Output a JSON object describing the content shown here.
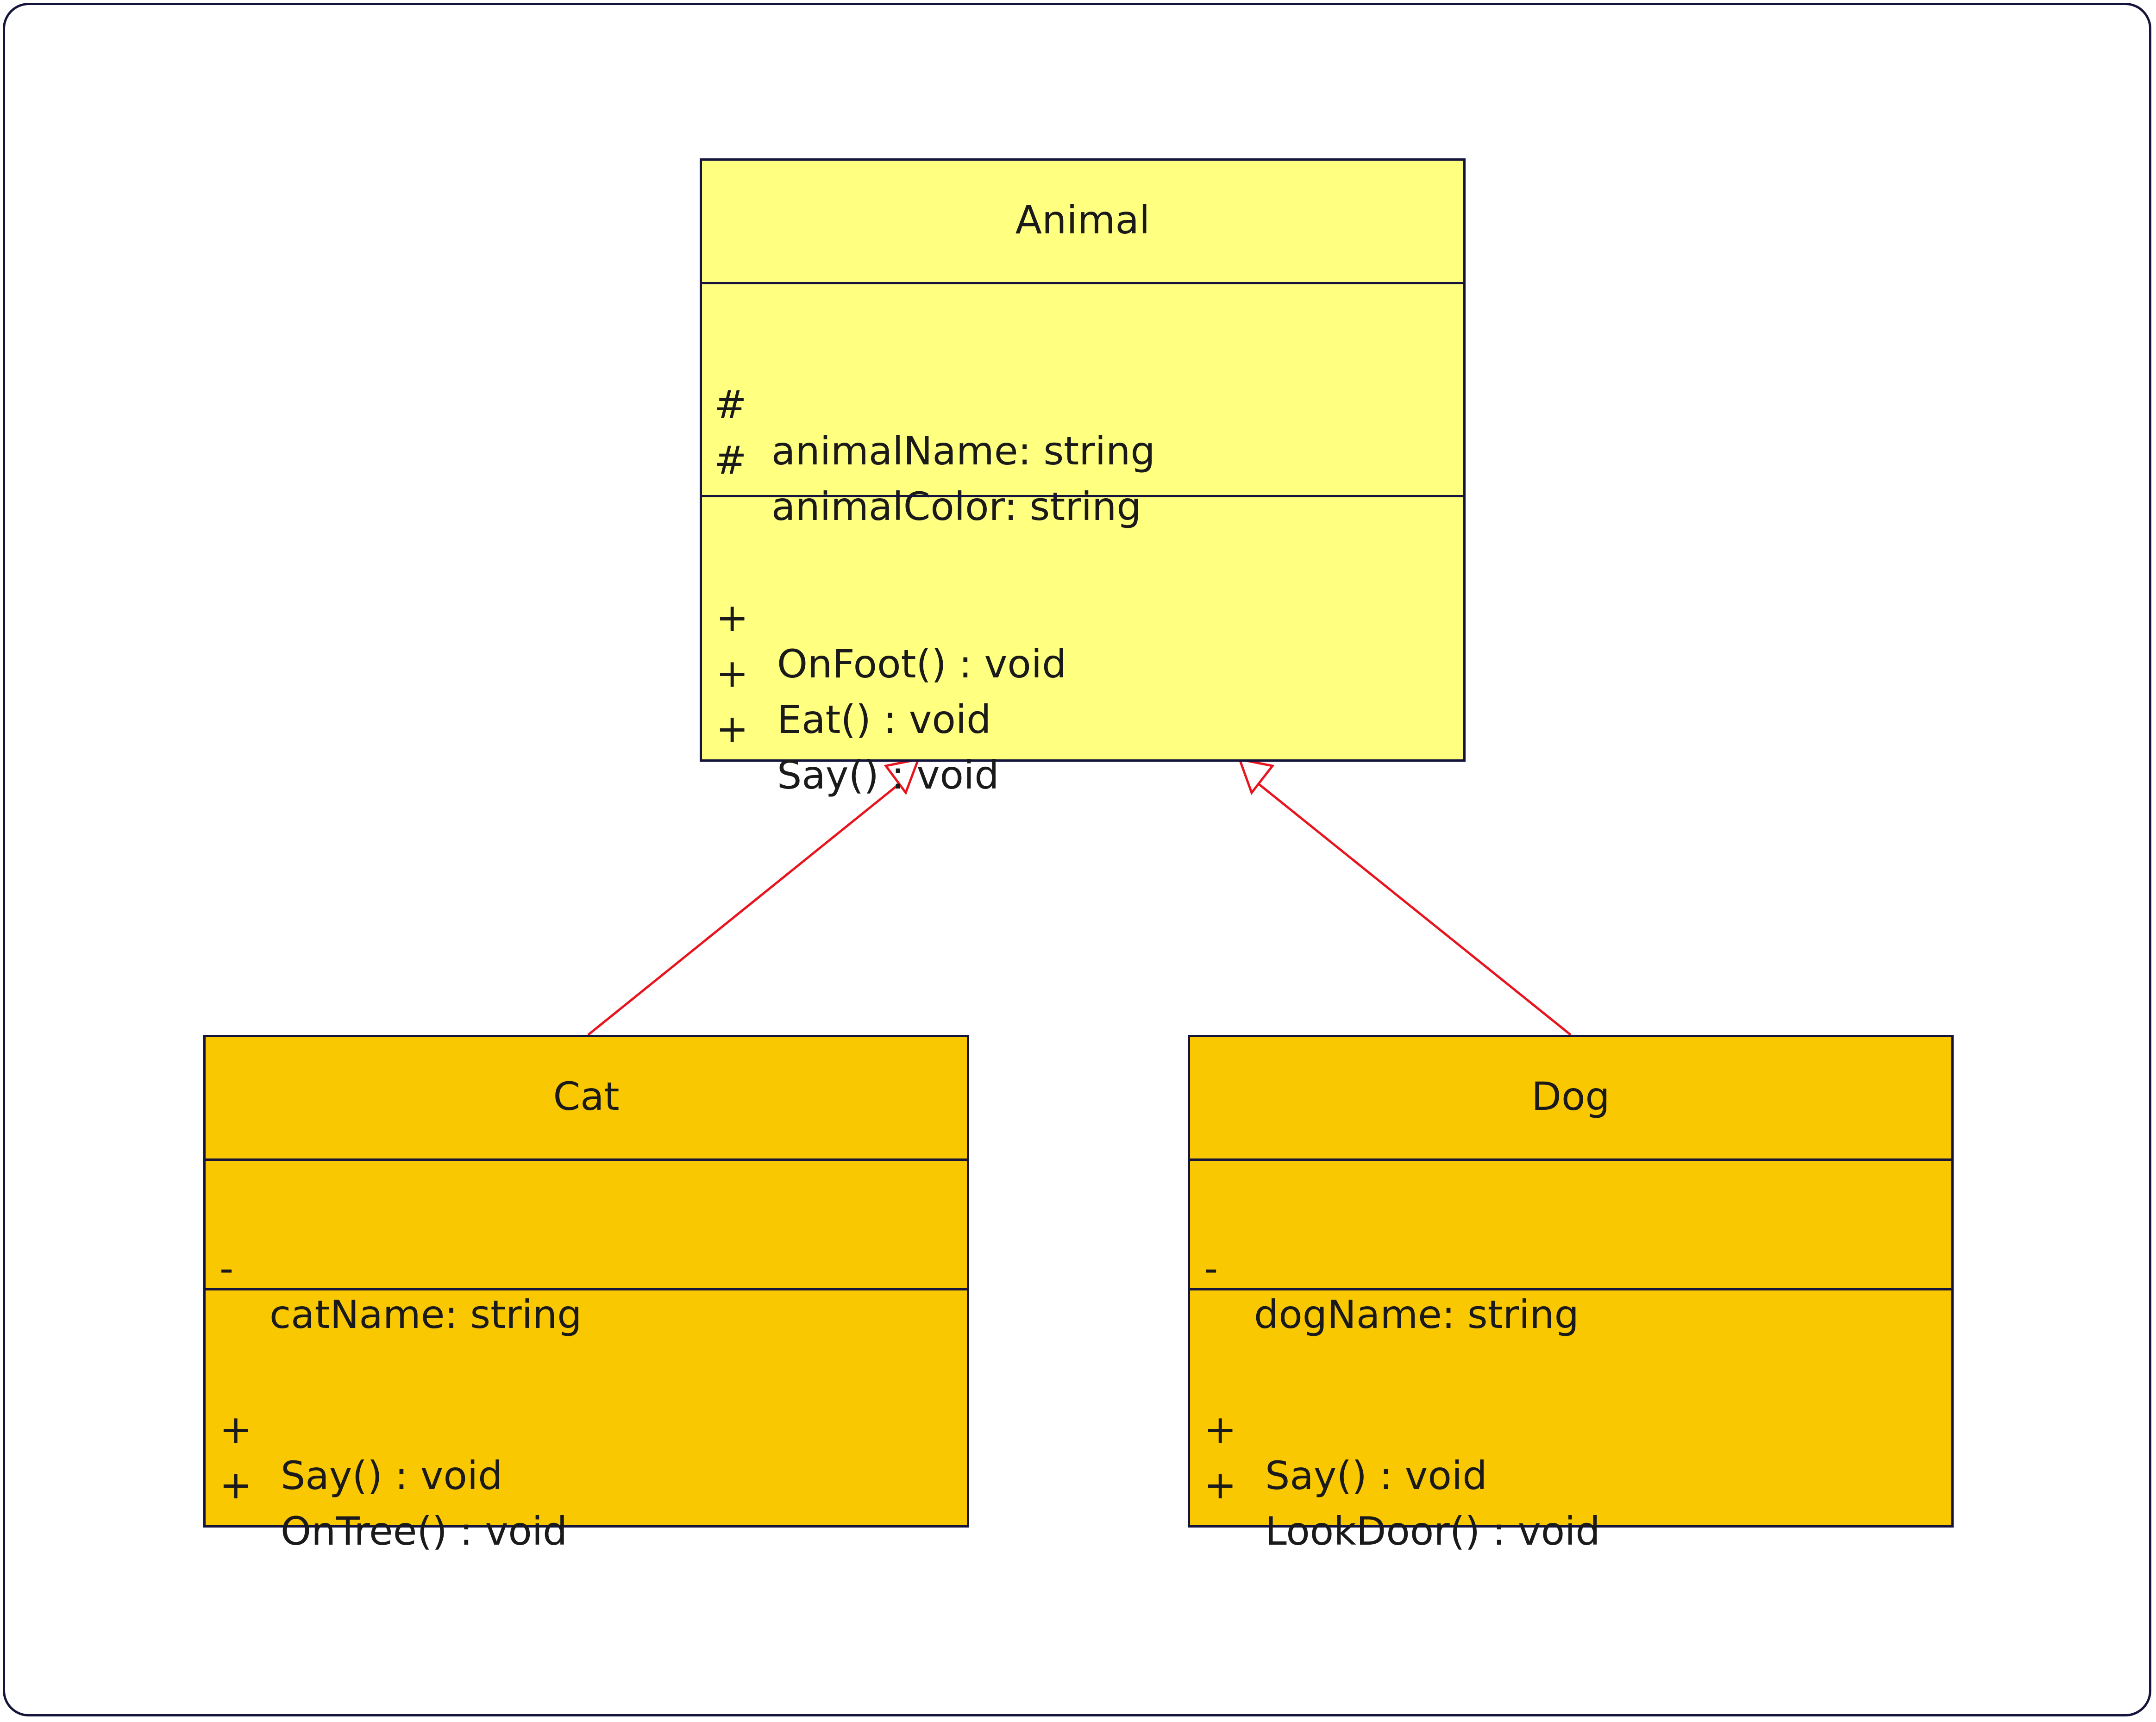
{
  "diagram": {
    "classes": [
      {
        "id": "animal",
        "name": "Animal",
        "attributes": [
          {
            "visibility": "#",
            "text": "animalName: string"
          },
          {
            "visibility": "#",
            "text": "animalColor: string"
          }
        ],
        "operations": [
          {
            "visibility": "+",
            "text": "OnFoot() : void"
          },
          {
            "visibility": "+",
            "text": "Eat() : void"
          },
          {
            "visibility": "+",
            "text": "Say() : void"
          }
        ]
      },
      {
        "id": "cat",
        "name": "Cat",
        "attributes": [
          {
            "visibility": "-",
            "text": "catName: string"
          }
        ],
        "operations": [
          {
            "visibility": "+",
            "text": "Say() : void"
          },
          {
            "visibility": "+",
            "text": "OnTree() : void"
          }
        ]
      },
      {
        "id": "dog",
        "name": "Dog",
        "attributes": [
          {
            "visibility": "-",
            "text": "dogName: string"
          }
        ],
        "operations": [
          {
            "visibility": "+",
            "text": "Say() : void"
          },
          {
            "visibility": "+",
            "text": "LookDoor() : void"
          }
        ]
      }
    ],
    "relations": [
      {
        "type": "generalization",
        "from": "Cat",
        "to": "Animal"
      },
      {
        "type": "generalization",
        "from": "Dog",
        "to": "Animal"
      }
    ],
    "colors": {
      "parent_fill": "#ffff80",
      "child_fill": "#f9c800",
      "border": "#14143c",
      "inheritance_arrow": "#e8141e"
    }
  }
}
